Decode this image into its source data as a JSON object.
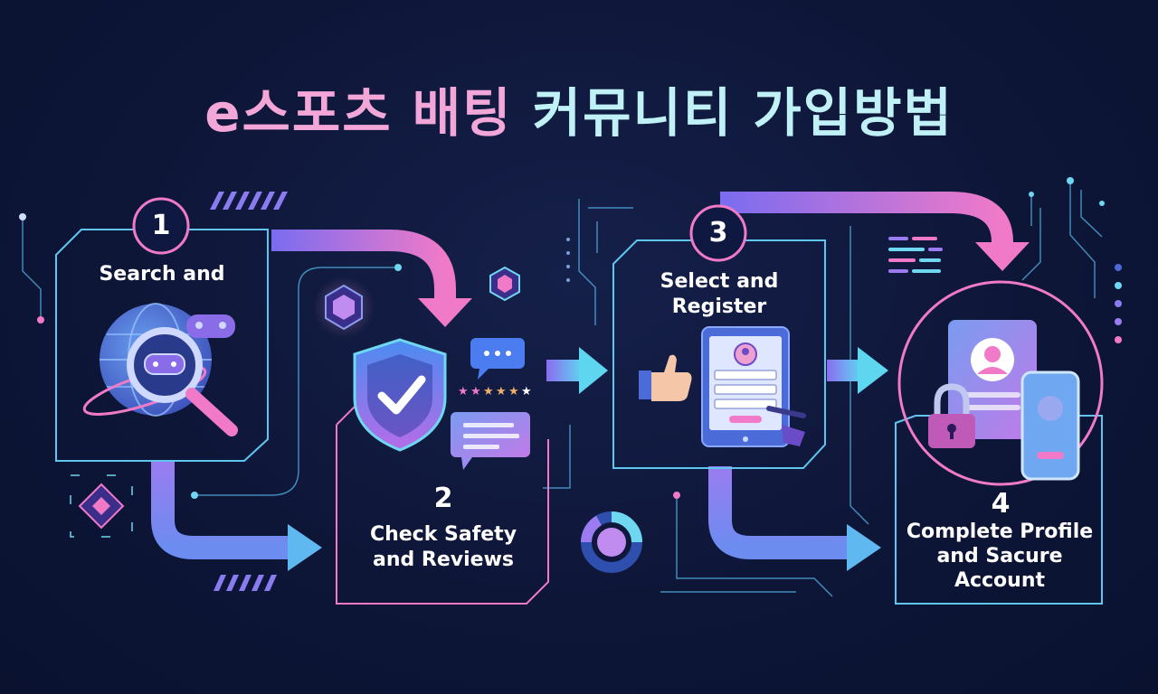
{
  "title": {
    "part1": "e스포츠 배팅",
    "part2": "커뮤니티 가입방법"
  },
  "steps": [
    {
      "number": "1",
      "label": "Search and"
    },
    {
      "number": "2",
      "label_line1": "Check Safety",
      "label_line2": "and Reviews"
    },
    {
      "number": "3",
      "label_line1": "Select and",
      "label_line2": "Register"
    },
    {
      "number": "4",
      "label_line1": "Complete Profile",
      "label_line2": "and Sacure",
      "label_line3": "Account"
    }
  ],
  "colors": {
    "pink": "#f07ac8",
    "cyan": "#6fd7f0",
    "violet": "#9a7cf0",
    "bg": "#0e1638"
  }
}
